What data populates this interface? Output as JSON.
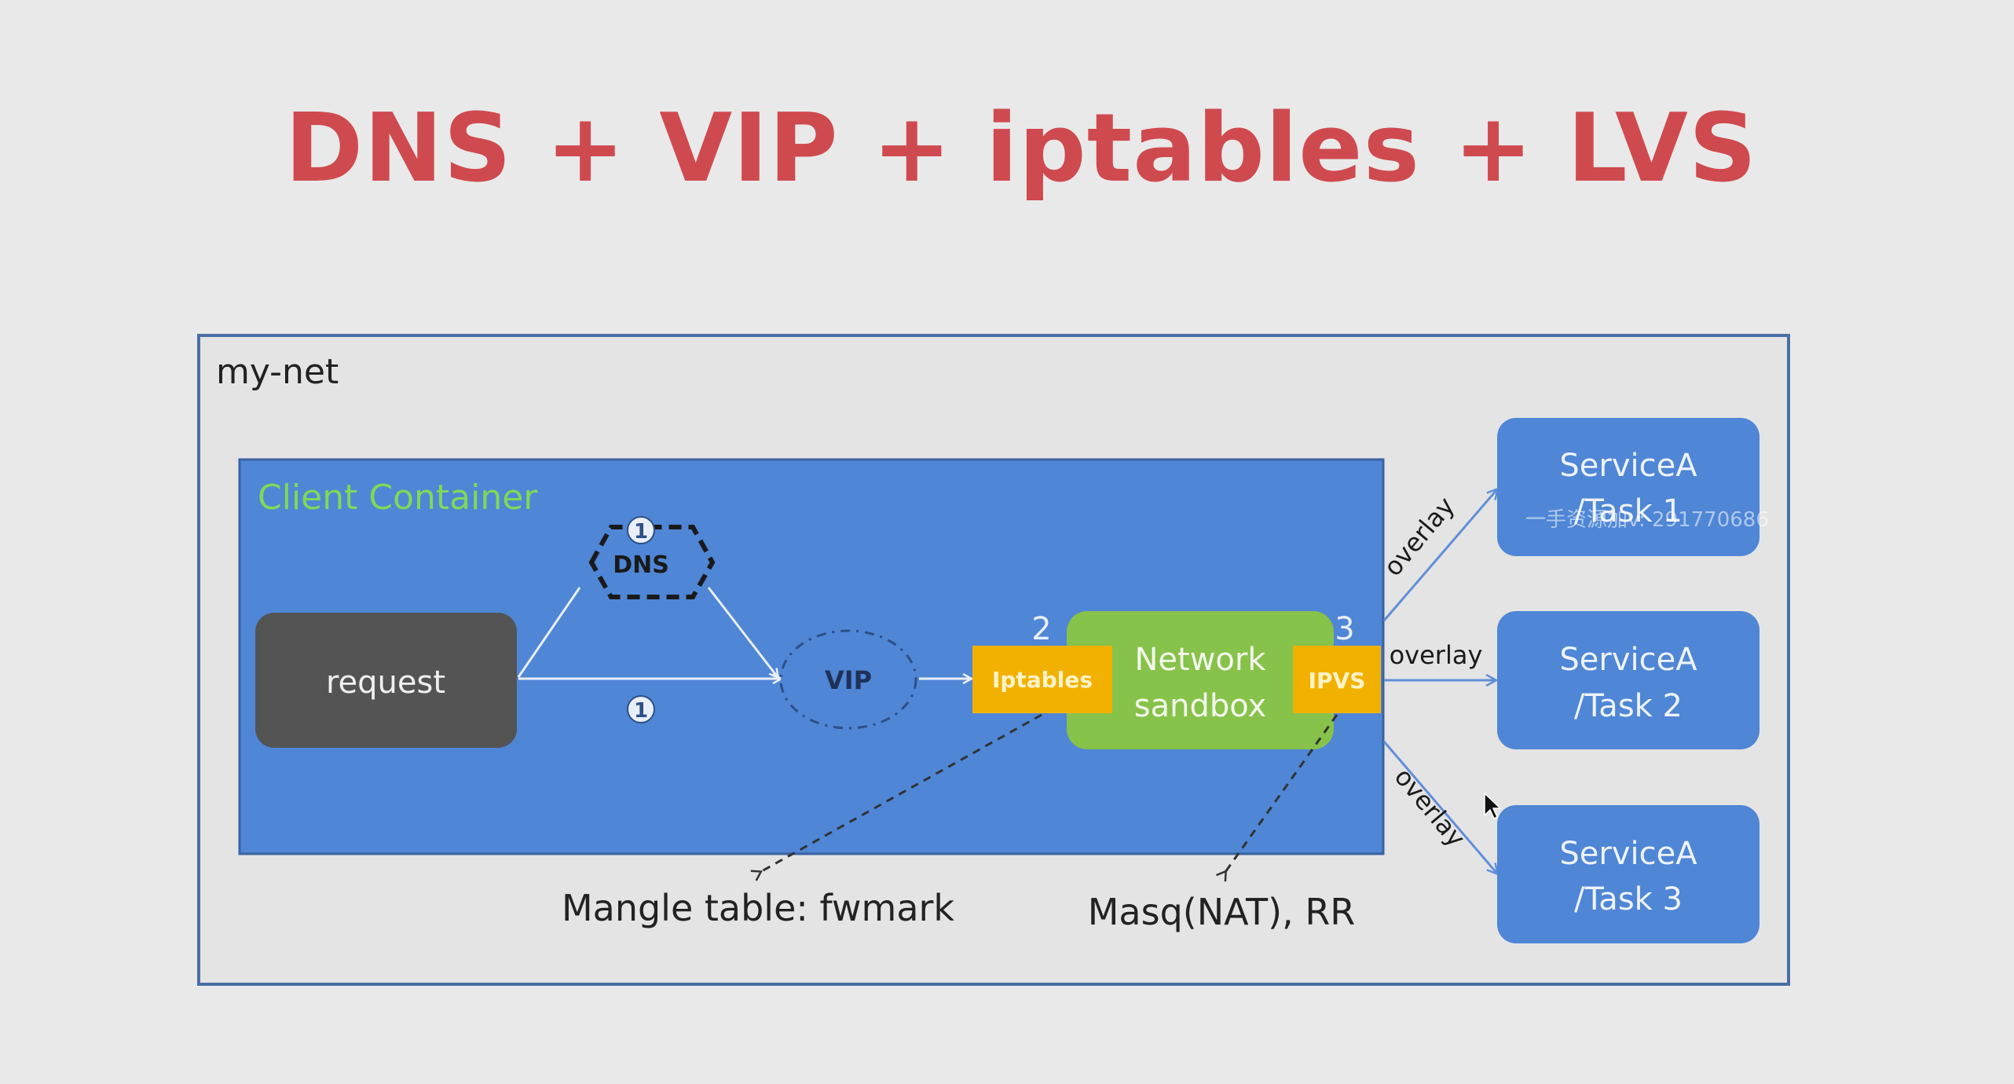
{
  "slide": {
    "title": "DNS + VIP + iptables + LVS"
  },
  "diagram": {
    "network_label": "my-net",
    "client_container_label": "Client Container",
    "request_label": "request",
    "dns_label": "DNS",
    "vip_label": "VIP",
    "step_one_top": "1",
    "step_one_bottom": "1",
    "step_two": "2",
    "step_three": "3",
    "iptables_label": "Iptables",
    "network_sandbox_line1": "Network",
    "network_sandbox_line2": "sandbox",
    "ipvs_label": "IPVS",
    "overlay_top": "overlay",
    "overlay_middle": "overlay",
    "overlay_bottom": "overlay",
    "mangle_label": "Mangle table: fwmark",
    "masq_label": "Masq(NAT), RR",
    "services": [
      {
        "line1": "ServiceA",
        "line2": "/Task 1"
      },
      {
        "line1": "ServiceA",
        "line2": "/Task 2"
      },
      {
        "line1": "ServiceA",
        "line2": "/Task 3"
      }
    ],
    "watermark": "一手资源加v: 291770686"
  },
  "colors": {
    "title": "#cf4a4f",
    "container_blue": "#4f86d6",
    "service_blue": "#4f86d6",
    "request_gray": "#545454",
    "sandbox_green": "#87c24a",
    "iptables_orange": "#f2b100",
    "client_label_green": "#7ed957"
  }
}
